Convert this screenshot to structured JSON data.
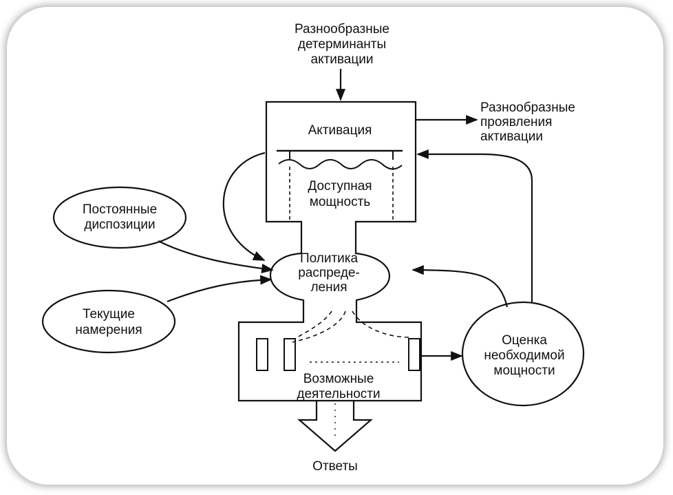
{
  "diagram": {
    "input_label": [
      "Разнообразные",
      "детерминанты",
      "активации"
    ],
    "output_label": [
      "Разнообразные",
      "проявления",
      "активации"
    ],
    "activation_box": {
      "title": "Активация",
      "capacity": [
        "Доступная",
        "мощность"
      ]
    },
    "policy_ellipse": [
      "Политика",
      "распреде-",
      "ления"
    ],
    "dispositions_ellipse": [
      "Постоянные",
      "диспозиции"
    ],
    "intentions_ellipse": [
      "Текущие",
      "намерения"
    ],
    "activities_box": [
      "Возможные",
      "деятельности"
    ],
    "evaluation_ellipse": [
      "Оценка",
      "необходимой",
      "мощности"
    ],
    "responses_label": "Ответы"
  }
}
